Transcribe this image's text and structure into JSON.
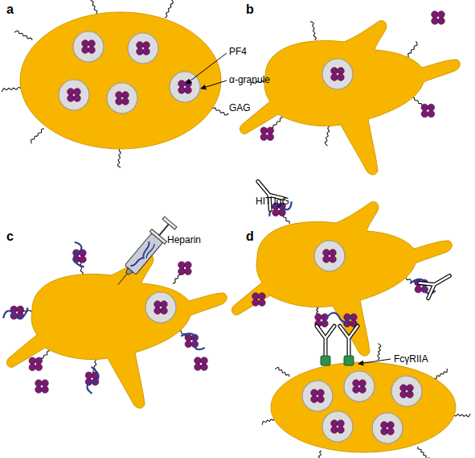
{
  "diagram": {
    "labels": [
      "a",
      "b",
      "c",
      "d",
      "PF4",
      "α-granule",
      "GAG",
      "Heparin",
      "HIT IgG",
      "FcγRIIA"
    ]
  }
}
